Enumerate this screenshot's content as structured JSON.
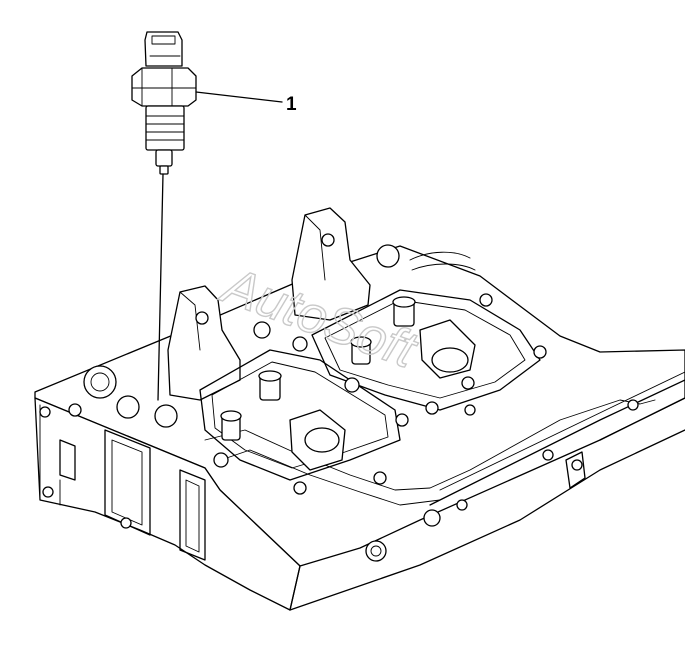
{
  "diagram": {
    "callouts": [
      {
        "number": "1",
        "part": "sensor"
      }
    ],
    "watermark": "AutoSoft"
  },
  "colors": {
    "line": "#000000",
    "background": "#ffffff",
    "watermark": "#c9c9c9"
  }
}
